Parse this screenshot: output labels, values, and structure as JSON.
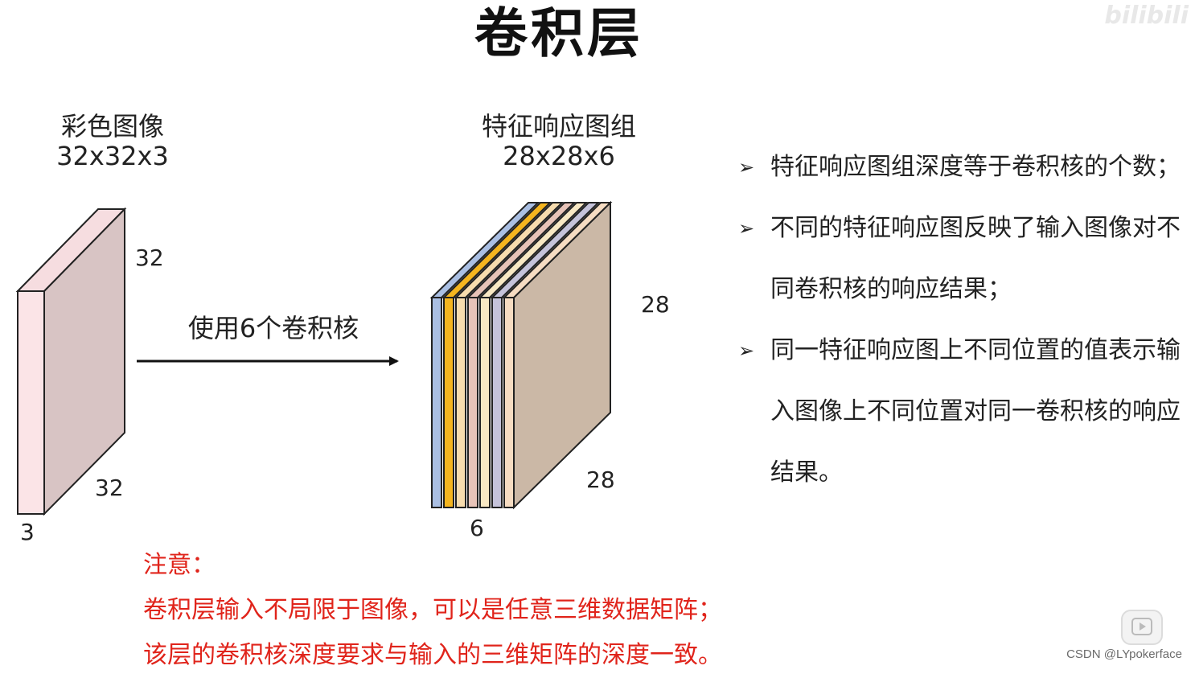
{
  "title": "卷积层",
  "input": {
    "label": "彩色图像",
    "dims": "32x32x3",
    "height": "32",
    "width": "32",
    "depth": "3"
  },
  "arrow_label": "使用6个卷积核",
  "output": {
    "label": "特征响应图组",
    "dims": "28x28x6",
    "height": "28",
    "width": "28",
    "depth": "6"
  },
  "output_slice_colors": [
    "#aabfe3",
    "#f5b51f",
    "#f7dcae",
    "#e7c3b8",
    "#f8e8c4",
    "#c5c3da",
    "#f6dcc2"
  ],
  "bullets": [
    "特征响应图组深度等于卷积核的个数；",
    "不同的特征响应图反映了输入图像对不同卷积核的响应结果；",
    "同一特征响应图上不同位置的值表示输入图像上不同位置对同一卷积核的响应结果。"
  ],
  "note": {
    "heading": "注意：",
    "lines": [
      "卷积层输入不局限于图像，可以是任意三维数据矩阵；",
      "该层的卷积核深度要求与输入的三维矩阵的深度一致。"
    ]
  },
  "watermark": {
    "logo": "bilibili",
    "user": ""
  },
  "csdn_credit": "CSDN @LYpokerface",
  "icons": {
    "bullet": "arrowhead-bullet-icon",
    "play": "play-icon"
  },
  "colors": {
    "note": "#e0241b",
    "input_front": "#fbe4e7",
    "input_side": "#d8c4c4",
    "output_back": "#cbb8a6"
  }
}
